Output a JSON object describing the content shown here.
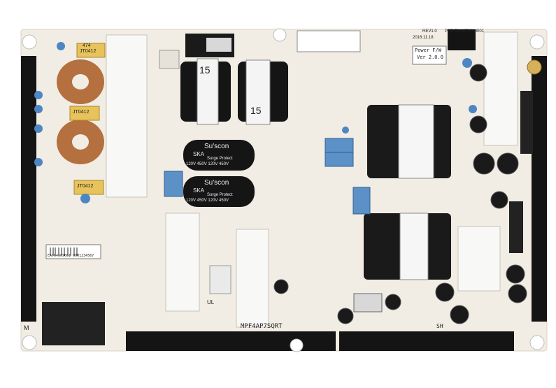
{
  "board": {
    "rev": "REV1.0",
    "pcb_code": "PCB EAX673218001",
    "date_code": "2016.11.18",
    "power_fw_line1": "Power F/W",
    "power_fw_line2": "Ver 2.0.0",
    "fuse_label_1": "474",
    "fuse_label_2": "JT0412",
    "fuse_label_3": "JT0412",
    "fuse_label_4": "JT0412",
    "xfmr_1_label": "15",
    "xfmr_2_label": "15",
    "cap_brand": "Su'scon",
    "cap_series": "SKA",
    "cap_desc": "Surge Protect",
    "cap_rating": "120V 450V 120V 450V",
    "left_bottom_letter": "M",
    "bottom_code_a": "MPF4AP7SQRT",
    "bottom_code_b": "SH",
    "ul_mark": "UL",
    "barcode_text": "EAY64509601 0001234567"
  },
  "colors": {
    "board": "#f1ede4",
    "black": "#121212",
    "copper": "#b4703e",
    "blue": "#5b91c6",
    "yellow": "#e8c25a"
  }
}
